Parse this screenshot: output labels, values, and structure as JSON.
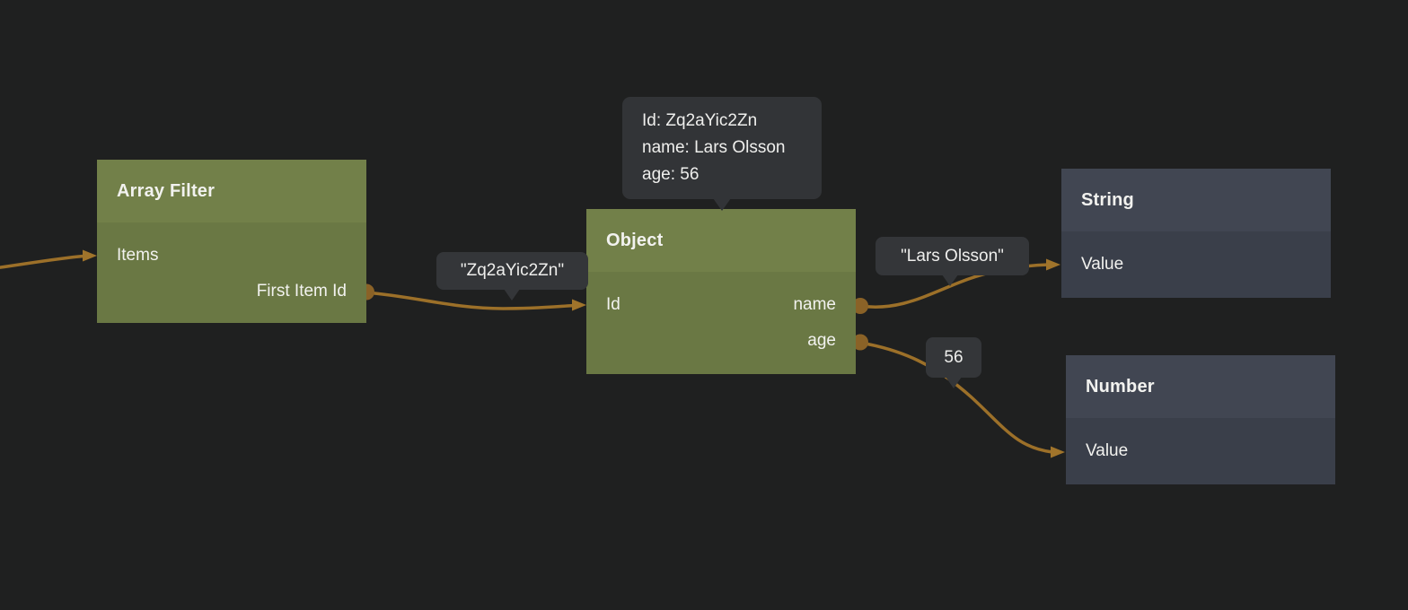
{
  "editor": {
    "nodes": {
      "array_filter": {
        "title": "Array Filter",
        "inputs": {
          "items": "Items"
        },
        "outputs": {
          "first_item_id": "First Item Id"
        }
      },
      "object": {
        "title": "Object",
        "inputs": {
          "id": "Id"
        },
        "outputs": {
          "name": "name",
          "age": "age"
        }
      },
      "string": {
        "title": "String",
        "inputs": {
          "value": "Value"
        }
      },
      "number": {
        "title": "Number",
        "inputs": {
          "value": "Value"
        }
      }
    },
    "object_tooltip": {
      "line_id": "Id: Zq2aYic2Zn",
      "line_name": "name: Lars Olsson",
      "line_age": "age: 56"
    },
    "wire_value_labels": {
      "id": "\"Zq2aYic2Zn\"",
      "name": "\"Lars Olsson\"",
      "age": "56"
    },
    "colors": {
      "background": "#1f2020",
      "node_green_header": "#728049",
      "node_green_body": "#6a7844",
      "node_slate_header": "#414652",
      "node_slate_body": "#3a3f4a",
      "wire": "#9c7029",
      "port": "#8a6227",
      "tooltip_background": "#323437"
    }
  }
}
